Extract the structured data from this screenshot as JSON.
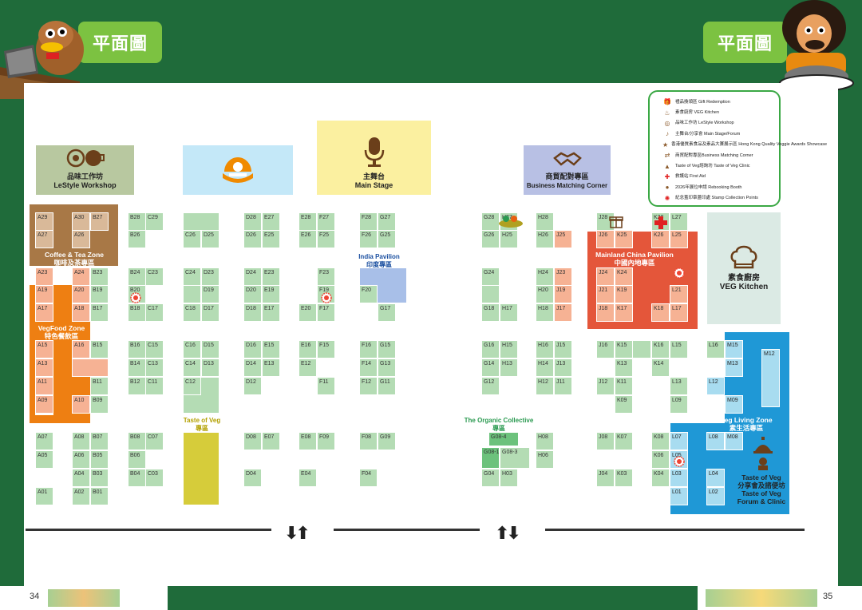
{
  "header": {
    "title_left": "平面圖",
    "title_right": "平面圖"
  },
  "pavilions": {
    "lestyle": {
      "zh": "品味工作坊",
      "en": "LeStyle Workshop"
    },
    "main_stage": {
      "zh": "主舞台",
      "en": "Main Stage"
    },
    "business": {
      "zh": "商貿配對專區",
      "en": "Business Matching Corner"
    },
    "veg_kitchen": {
      "zh": "素食廚房",
      "en": "VEG Kitchen"
    }
  },
  "zones": {
    "coffee": {
      "en": "Coffee & Tea Zone",
      "zh": "咖啡及茶專區"
    },
    "vegfood": {
      "en": "VegFood Zone",
      "zh": "特色餐飲區"
    },
    "india": {
      "en": "India Pavilion",
      "zh": "印度專區"
    },
    "china": {
      "en": "Mainland China Pavilion",
      "zh": "中國內地專區"
    },
    "taste": {
      "en": "Taste of Veg",
      "zh": "專區"
    },
    "organic": {
      "en": "The Organic Collective",
      "zh": "專區"
    },
    "living": {
      "en": "Veg Living Zone",
      "zh": "素生活專區"
    },
    "forum": {
      "l1": "Taste of Veg",
      "l2": "分享會及諮便坊",
      "l3": "Taste of Veg",
      "l4": "Forum & Clinic"
    }
  },
  "legend": [
    {
      "icon": "gift-icon",
      "text": "禮品換領區 Gift Redemption"
    },
    {
      "icon": "chef-hat-icon",
      "text": "素食廚房 VEG Kitchen"
    },
    {
      "icon": "coffee-cup-icon",
      "text": "品味工作坊 LeStyle Workshop"
    },
    {
      "icon": "microphone-icon",
      "text": "主舞台/分享會 Main Stage/Forum"
    },
    {
      "icon": "award-badge-icon",
      "text": "香港優質素食品及素品大賽展示區 Hong Kong Quality Veggie Awards Showcase"
    },
    {
      "icon": "handshake-icon",
      "text": "商貿配對專區Business Matching Corner"
    },
    {
      "icon": "cloche-icon",
      "text": "Taste of Veg諮詢坊 Taste of Veg Clinic"
    },
    {
      "icon": "first-aid-icon",
      "text": "救護站 First Aid"
    },
    {
      "icon": "rebooking-icon",
      "text": "2026年展位申請 Rebooking Booth"
    },
    {
      "icon": "stamp-icon",
      "text": "紀念蓋印章蓋印處 Stamp Collection Points"
    }
  ],
  "booths": [
    "A29",
    "A30",
    "B27",
    "A27",
    "A26",
    "A23",
    "A24",
    "B23",
    "A19",
    "A20",
    "B19",
    "A17",
    "A18",
    "B17",
    "A15",
    "A16",
    "B15",
    "A13",
    "A11",
    "B11",
    "A09",
    "A10",
    "B09",
    "A07",
    "A08",
    "B07",
    "A05",
    "A06",
    "B05",
    "A04",
    "B03",
    "A01",
    "A02",
    "B01",
    "B28",
    "C29",
    "B26",
    "B24",
    "C23",
    "B20",
    "B18",
    "C17",
    "B16",
    "C15",
    "B14",
    "C13",
    "B12",
    "C11",
    "B08",
    "C07",
    "B06",
    "B04",
    "C03",
    "C26",
    "D25",
    "C24",
    "D23",
    "D19",
    "C18",
    "D17",
    "C16",
    "D15",
    "C14",
    "D13",
    "C12",
    "D28",
    "E27",
    "D26",
    "E25",
    "D24",
    "E23",
    "D20",
    "E19",
    "D18",
    "E17",
    "D16",
    "E15",
    "D14",
    "E13",
    "D12",
    "D08",
    "E07",
    "D04",
    "E28",
    "F27",
    "E26",
    "F25",
    "F23",
    "F19",
    "E20",
    "F17",
    "E16",
    "F15",
    "E12",
    "F11",
    "E08",
    "F09",
    "E04",
    "F28",
    "G27",
    "F26",
    "G25",
    "F20",
    "G17",
    "F16",
    "G15",
    "F14",
    "G13",
    "F12",
    "G11",
    "F08",
    "G09",
    "F04",
    "G28",
    "H27",
    "G26",
    "H25",
    "G24",
    "G18",
    "H17",
    "G16",
    "H15",
    "G14",
    "H13",
    "G12",
    "G08-4",
    "G08-1",
    "G08-3",
    "G04",
    "H03",
    "H28",
    "H26",
    "J25",
    "H24",
    "J23",
    "H20",
    "J19",
    "H18",
    "J17",
    "H16",
    "J15",
    "H14",
    "J13",
    "H12",
    "J11",
    "H08",
    "H06",
    "J28",
    "J26",
    "K25",
    "J24",
    "K24",
    "J21",
    "K19",
    "J18",
    "K17",
    "J16",
    "K15",
    "K13",
    "J12",
    "K11",
    "K09",
    "J08",
    "K07",
    "J04",
    "K03",
    "K28",
    "L27",
    "K26",
    "L25",
    "L21",
    "K18",
    "L17",
    "K16",
    "L15",
    "K14",
    "L13",
    "L09",
    "K08",
    "L07",
    "K06",
    "L05",
    "K04",
    "L03",
    "L01",
    "L16",
    "M15",
    "M13",
    "M12",
    "L12",
    "M09",
    "L08",
    "M08",
    "L04",
    "L02"
  ],
  "page_numbers": {
    "left": "34",
    "right": "35"
  }
}
